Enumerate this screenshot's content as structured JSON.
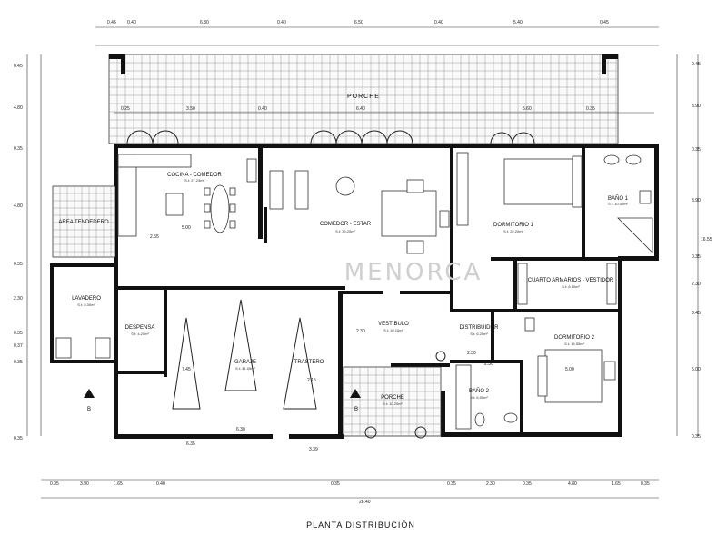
{
  "title": "PLANTA DISTRIBUCIÓN",
  "watermark": "MENORCA",
  "rooms": {
    "porche_top": "PORCHE",
    "cocina": "COCINA - COMEDOR",
    "cocina_s": "S.t: 27.23m²",
    "comedor": "COMEDOR - ESTAR",
    "comedor_s": "S.t: 39.20m²",
    "dormitorio1": "DORMITORIO 1",
    "dormitorio1_s": "S.t: 22.20m²",
    "bano1": "BAÑO 1",
    "bano1_s": "S.t: 10.00m²",
    "area_tendedero": "AREA TENDEDERO",
    "lavadero": "LAVADERO",
    "lavadero_s": "S.t: 8.30m²",
    "despensa": "DESPENSA",
    "despensa_s": "S.t: 4.20m²",
    "garaje": "GARAJE",
    "garaje_s": "S.t: 41.05m²",
    "trastero": "TRASTERO",
    "vestibulo": "VESTIBULO",
    "vestibulo_s": "S.t: 10.10m²",
    "distribuidor": "DISTRIBUIDOR",
    "distribuidor_s": "S.t: 6.20m²",
    "cuarto_armarios": "CUARTO ARMARIOS - VESTIDOR",
    "cuarto_armarios_s": "S.t: 6.10m²",
    "dormitorio2": "DORMITORIO 2",
    "dormitorio2_s": "S.t: 16.55m²",
    "bano2": "BAÑO 2",
    "bano2_s": "S.t: 6.55m²",
    "porche_bottom": "PORCHE",
    "porche_bottom_s": "S.t: 10.20m²"
  },
  "dims": {
    "top": [
      "0.45",
      "0.40",
      "6.30",
      "0.40",
      "6.50",
      "0.40",
      "5.40",
      "0.45"
    ],
    "top_inner": [
      "0.25",
      "3.50",
      "0.40",
      "6.40",
      "5.60",
      "0.35"
    ],
    "bottom": [
      "0.35",
      "3.90",
      "1.65",
      "0.40",
      "0.35",
      "0.35",
      "2.30",
      "0.35",
      "4.80",
      "1.65",
      "0.35"
    ],
    "bottom_total": "28.40",
    "right": [
      "0.45",
      "3.90",
      "0.35",
      "3.90",
      "0.35",
      "2.30",
      "3.45",
      "5.00",
      "0.35"
    ],
    "right_total": "16.55",
    "left": [
      "0.45",
      "4.80",
      "0.35",
      "4.80",
      "0.35",
      "2.30",
      "0.35",
      "0.37",
      "0.35",
      "0.35"
    ],
    "inner": {
      "cocina_w": "2.55",
      "cocina_h": "5.00",
      "garaje_w": "6.30",
      "garaje_h": "7.45",
      "trastero": "2.15",
      "vestibulo": "2.30",
      "distribuidor": "2.30",
      "bano2": "2.50",
      "porche_b": "6.35",
      "porche_b2": "3.39",
      "dorm2": "5.00"
    }
  },
  "section_marks": [
    "B",
    "B"
  ]
}
